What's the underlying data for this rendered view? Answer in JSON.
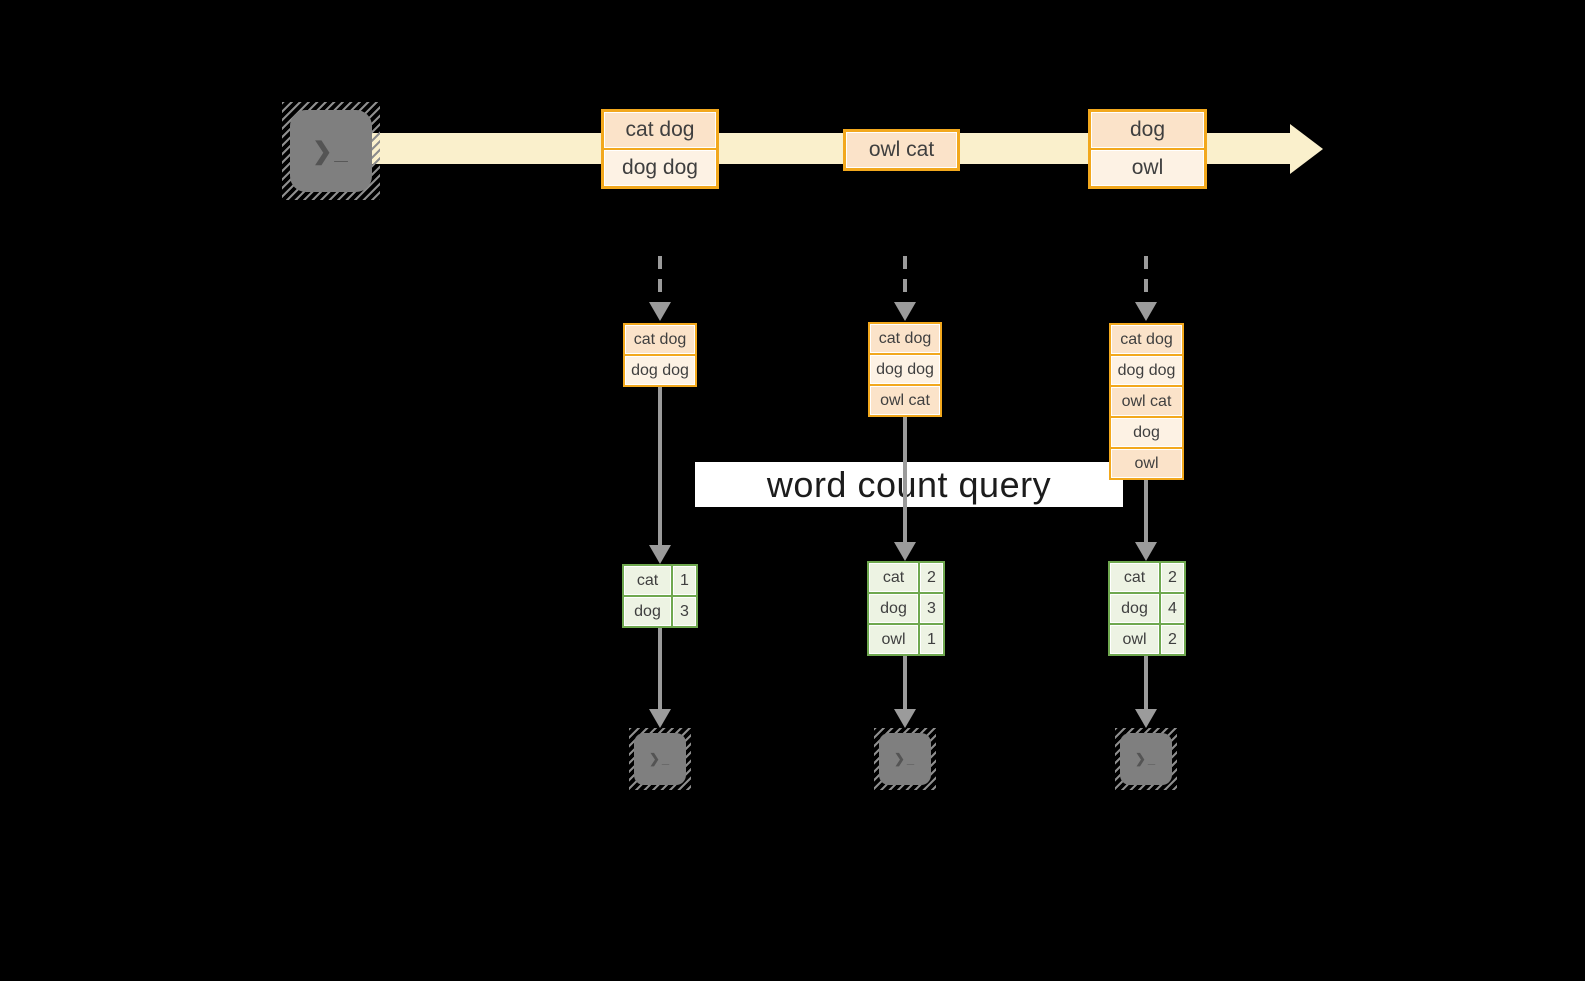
{
  "colors": {
    "background": "#000000",
    "stream_band": "#faf0cc",
    "orange_border": "#f2a81d",
    "peach_fill": "#fbe3c9",
    "cream_fill": "#fdf2e4",
    "green_border": "#6fa84f",
    "green_fill": "#edf3e3",
    "arrow_gray": "#9b9b9b",
    "terminal_gray": "#7f7f7f",
    "query_band_bg": "#ffffff"
  },
  "icons": {
    "terminal_glyph": "❯_"
  },
  "query_label": "word count query",
  "stream": {
    "batches": [
      {
        "lines": [
          "cat dog",
          "dog dog"
        ]
      },
      {
        "lines": [
          "owl cat"
        ]
      },
      {
        "lines": [
          "dog",
          "owl"
        ]
      }
    ]
  },
  "columns": [
    {
      "state": [
        "cat dog",
        "dog dog"
      ],
      "counts": [
        {
          "word": "cat",
          "count": 1
        },
        {
          "word": "dog",
          "count": 3
        }
      ]
    },
    {
      "state": [
        "cat dog",
        "dog dog",
        "owl cat"
      ],
      "counts": [
        {
          "word": "cat",
          "count": 2
        },
        {
          "word": "dog",
          "count": 3
        },
        {
          "word": "owl",
          "count": 1
        }
      ]
    },
    {
      "state": [
        "cat dog",
        "dog dog",
        "owl cat",
        "dog",
        "owl"
      ],
      "counts": [
        {
          "word": "cat",
          "count": 2
        },
        {
          "word": "dog",
          "count": 4
        },
        {
          "word": "owl",
          "count": 2
        }
      ]
    }
  ]
}
